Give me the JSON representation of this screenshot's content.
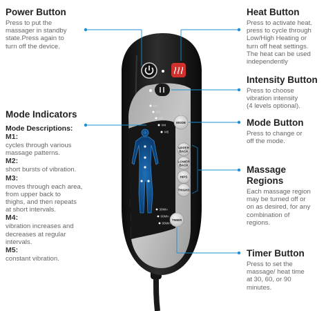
{
  "power": {
    "title": "Power Button",
    "desc": "Press to put the\nmassager in standby\nstate.Press again to\nturn off the device."
  },
  "heat": {
    "title": "Heat Button",
    "desc": "Press to activate heat.\npress to cycle through\nLow/High Heating or\nturn off heat settings.\nThe heat can be used\nindependently"
  },
  "intensity": {
    "title": "Intensity Button",
    "desc": "Press to choose\nvibration intensity\n(4 levels optional)."
  },
  "mode_indicators": {
    "title": "Mode Indicators",
    "subtitle": "Mode Descriptions:",
    "modes": [
      {
        "name": "M1:",
        "desc": "cycles through various\nmassage patterns."
      },
      {
        "name": "M2:",
        "desc": "short bursts of vibration."
      },
      {
        "name": "M3:",
        "desc": "moves through each area,\nfrom upper back to\nthighs, and then repeats\nat short intervals."
      },
      {
        "name": "M4:",
        "desc": "vibration increases and\ndecreases at regular\nintervals."
      },
      {
        "name": "M5:",
        "desc": "constant vibration."
      }
    ]
  },
  "mode": {
    "title": "Mode Button",
    "desc": "Press to change or\noff the mode."
  },
  "regions": {
    "title": "Massage Regions",
    "desc": "Each massage region\nmay be turned off or\non as desired, for any\ncombination of\nregions."
  },
  "timer": {
    "title": "Timer Button",
    "desc": "Press to set the\nmassage/ heat time\nat 30, 60, or 90\nminutes."
  },
  "remote": {
    "mode_button": "MODE",
    "region_buttons": [
      "UPPER BACK",
      "LOWER BACK",
      "HIPS",
      "THIGHS"
    ],
    "timer_button": "TIMER",
    "mode_leds": [
      "M1",
      "M2",
      "M3",
      "M4",
      "M5"
    ],
    "timer_leds": [
      "30Min",
      "60Min",
      "90Min"
    ]
  },
  "colors": {
    "accent": "#1e8fd6",
    "heat": "#d0312d",
    "body": "#1d1d1d",
    "panel": "#b9b9b9"
  }
}
